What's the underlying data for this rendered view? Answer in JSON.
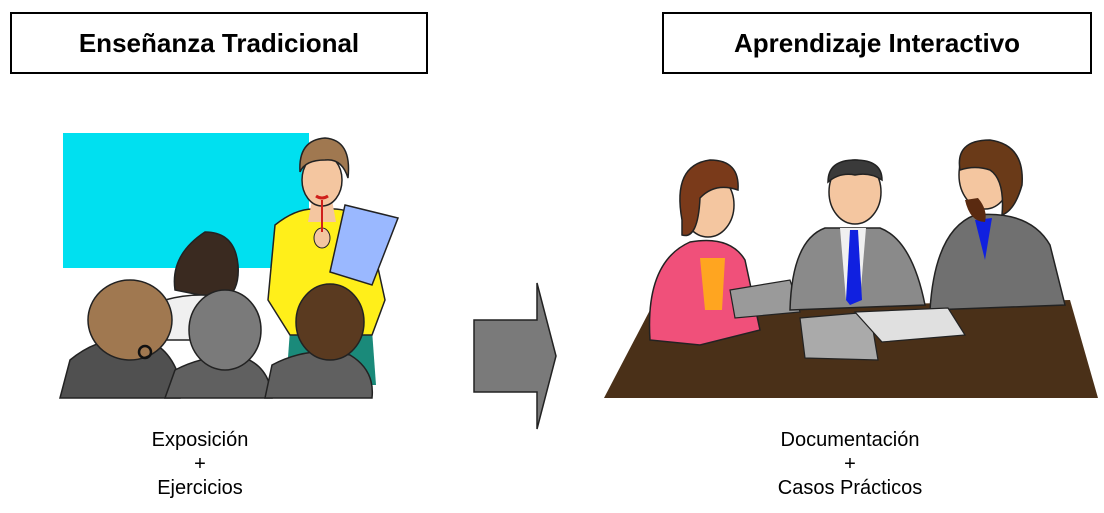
{
  "left_panel": {
    "title": "Enseñanza Tradicional",
    "caption_line1": "Exposición",
    "caption_line2": "+",
    "caption_line3": "Ejercicios"
  },
  "right_panel": {
    "title": "Aprendizaje Interactivo",
    "caption_line1": "Documentación",
    "caption_line2": "+",
    "caption_line3": "Casos Prácticos"
  },
  "colors": {
    "screen": "#00e0f0",
    "arrow": "#7a7a7a",
    "table": "#4a3018",
    "shirt_yellow": "#ffef1a",
    "jacket_pink": "#f0507a",
    "tie_blue": "#1020e0"
  },
  "icons": [
    "classroom-illustration",
    "meeting-illustration",
    "right-arrow-icon"
  ]
}
